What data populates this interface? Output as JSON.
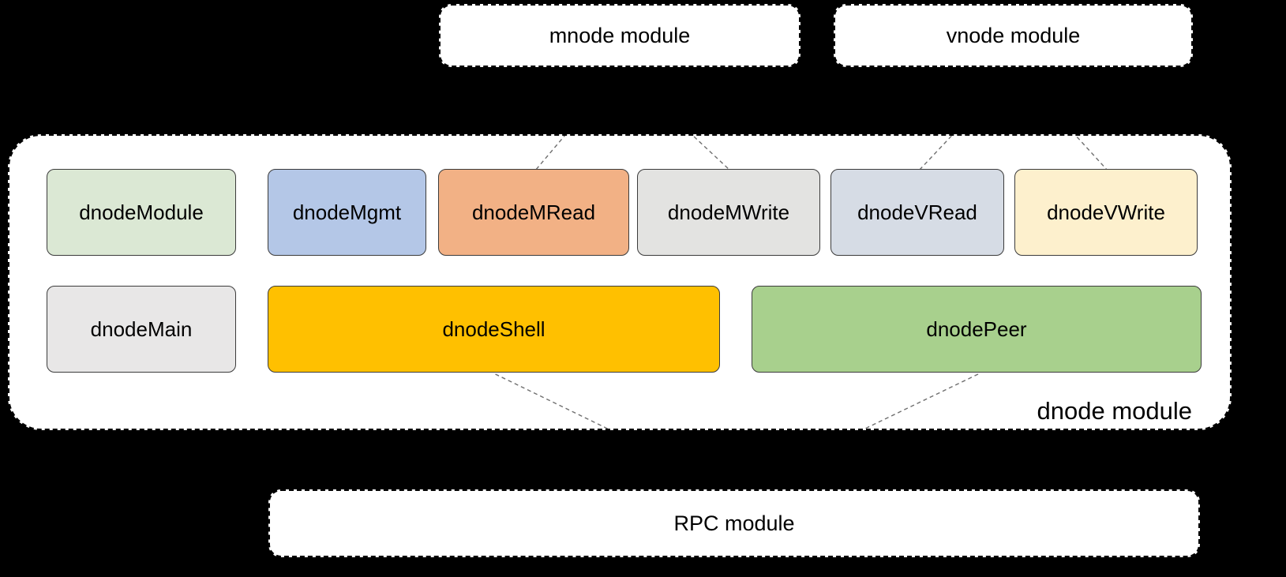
{
  "diagram": {
    "external_modules": {
      "mnode": {
        "label": "mnode module"
      },
      "vnode": {
        "label": "vnode module"
      },
      "rpc": {
        "label": "RPC module"
      }
    },
    "dnode_container": {
      "label": "dnode module"
    },
    "components": {
      "row1": [
        {
          "id": "dnodeModule",
          "label": "dnodeModule",
          "color": "#dbe8d4"
        },
        {
          "id": "dnodeMgmt",
          "label": "dnodeMgmt",
          "color": "#b4c7e7"
        },
        {
          "id": "dnodeMRead",
          "label": "dnodeMRead",
          "color": "#f2b185"
        },
        {
          "id": "dnodeMWrite",
          "label": "dnodeMWrite",
          "color": "#e3e3e1"
        },
        {
          "id": "dnodeVRead",
          "label": "dnodeVRead",
          "color": "#d6dce5"
        },
        {
          "id": "dnodeVWrite",
          "label": "dnodeVWrite",
          "color": "#fdf0cd"
        }
      ],
      "row2": [
        {
          "id": "dnodeMain",
          "label": "dnodeMain",
          "color": "#e8e7e7"
        },
        {
          "id": "dnodeShell",
          "label": "dnodeShell",
          "color": "#ffc000"
        },
        {
          "id": "dnodePeer",
          "label": "dnodePeer",
          "color": "#a8d08d"
        }
      ]
    },
    "edges": [
      {
        "from": "mnode",
        "to": "dnodeMRead"
      },
      {
        "from": "mnode",
        "to": "dnodeMWrite"
      },
      {
        "from": "vnode",
        "to": "dnodeVRead"
      },
      {
        "from": "vnode",
        "to": "dnodeVWrite"
      },
      {
        "from": "dnodeShell",
        "to": "rpc"
      },
      {
        "from": "dnodePeer",
        "to": "rpc"
      }
    ],
    "connector_color": "#6f6f6f",
    "background_color": "#000000"
  }
}
